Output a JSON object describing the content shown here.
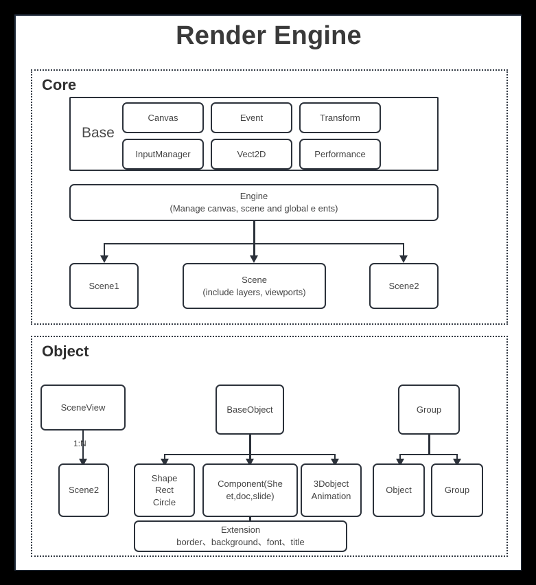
{
  "diagram": {
    "title": "Render Engine",
    "type": "architecture-block-diagram",
    "sections": [
      {
        "id": "core",
        "label": "Core",
        "groups": [
          {
            "id": "base",
            "label": "Base",
            "modules": [
              "Canvas",
              "Event",
              "Transform",
              "InputManager",
              "Vect2D",
              "Performance"
            ]
          }
        ],
        "engine": {
          "title": "Engine",
          "subtitle": "(Manage canvas, scene and global e  ents)"
        },
        "scenes": [
          {
            "title": "Scene1",
            "subtitle": ""
          },
          {
            "title": "Scene",
            "subtitle": "(include layers, viewports)"
          },
          {
            "title": "Scene2",
            "subtitle": ""
          }
        ]
      },
      {
        "id": "object",
        "label": "Object",
        "roots": [
          {
            "title": "SceneView"
          },
          {
            "title": "BaseObject"
          },
          {
            "title": "Group"
          }
        ],
        "edge_labels": {
          "sceneview_to_scene2": "1:N"
        },
        "children": {
          "sceneview": [
            {
              "title": "Scene2"
            }
          ],
          "baseobject": [
            {
              "line1": "Shape",
              "line2": "Rect",
              "line3": "Circle"
            },
            {
              "line1": "Component(She",
              "line2": "et,doc,slide)"
            },
            {
              "line1": "3Dobject",
              "line2": "Animation"
            }
          ],
          "group": [
            {
              "title": "Object"
            },
            {
              "title": "Group"
            }
          ]
        },
        "extension": {
          "title": "Extension",
          "subtitle": "border、background、font、title"
        }
      }
    ]
  },
  "colors": {
    "frame": "#000000",
    "page_background": "#ffffff",
    "box_border": "#2b313a",
    "section_border": "#333a44",
    "title_text": "#3a3a3a",
    "body_text": "#444444"
  }
}
